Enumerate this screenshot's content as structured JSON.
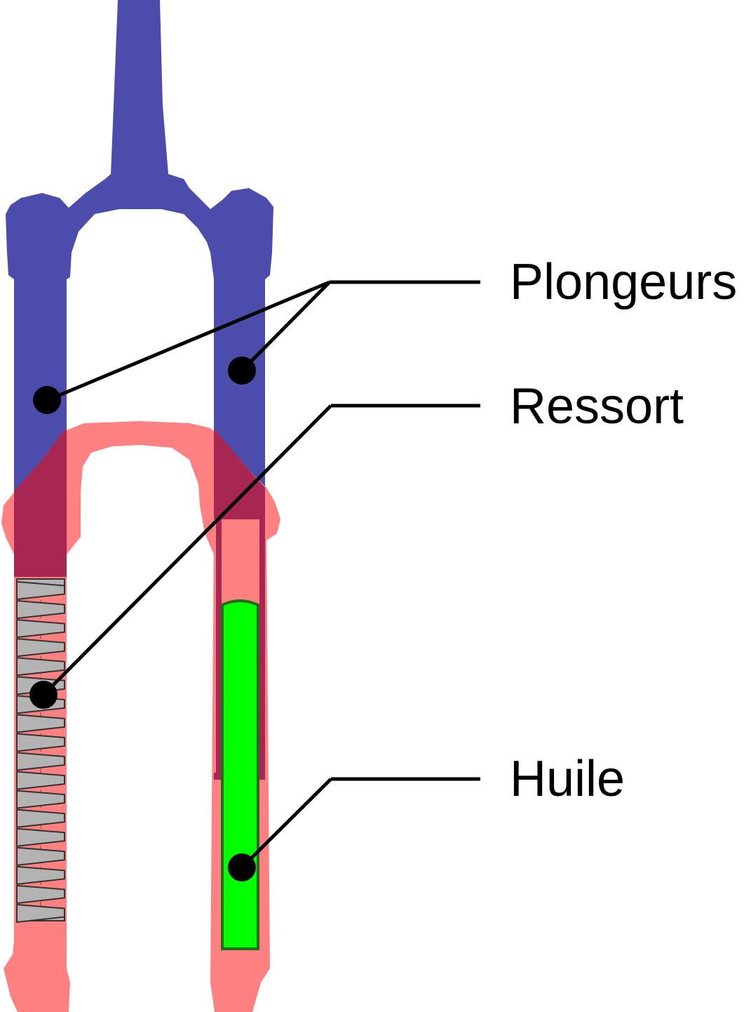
{
  "labels": {
    "plongeurs": "Plongeurs",
    "ressort": "Ressort",
    "huile": "Huile"
  },
  "colors": {
    "stanchions": "#4b4cab",
    "lowers": "#ff8080",
    "overlap": "#a82752",
    "oil": "#00ff00",
    "oil_outline": "#1f6b1f",
    "spring": "#b3b3b3",
    "leader_lines": "#000000",
    "background": "#ffffff"
  }
}
